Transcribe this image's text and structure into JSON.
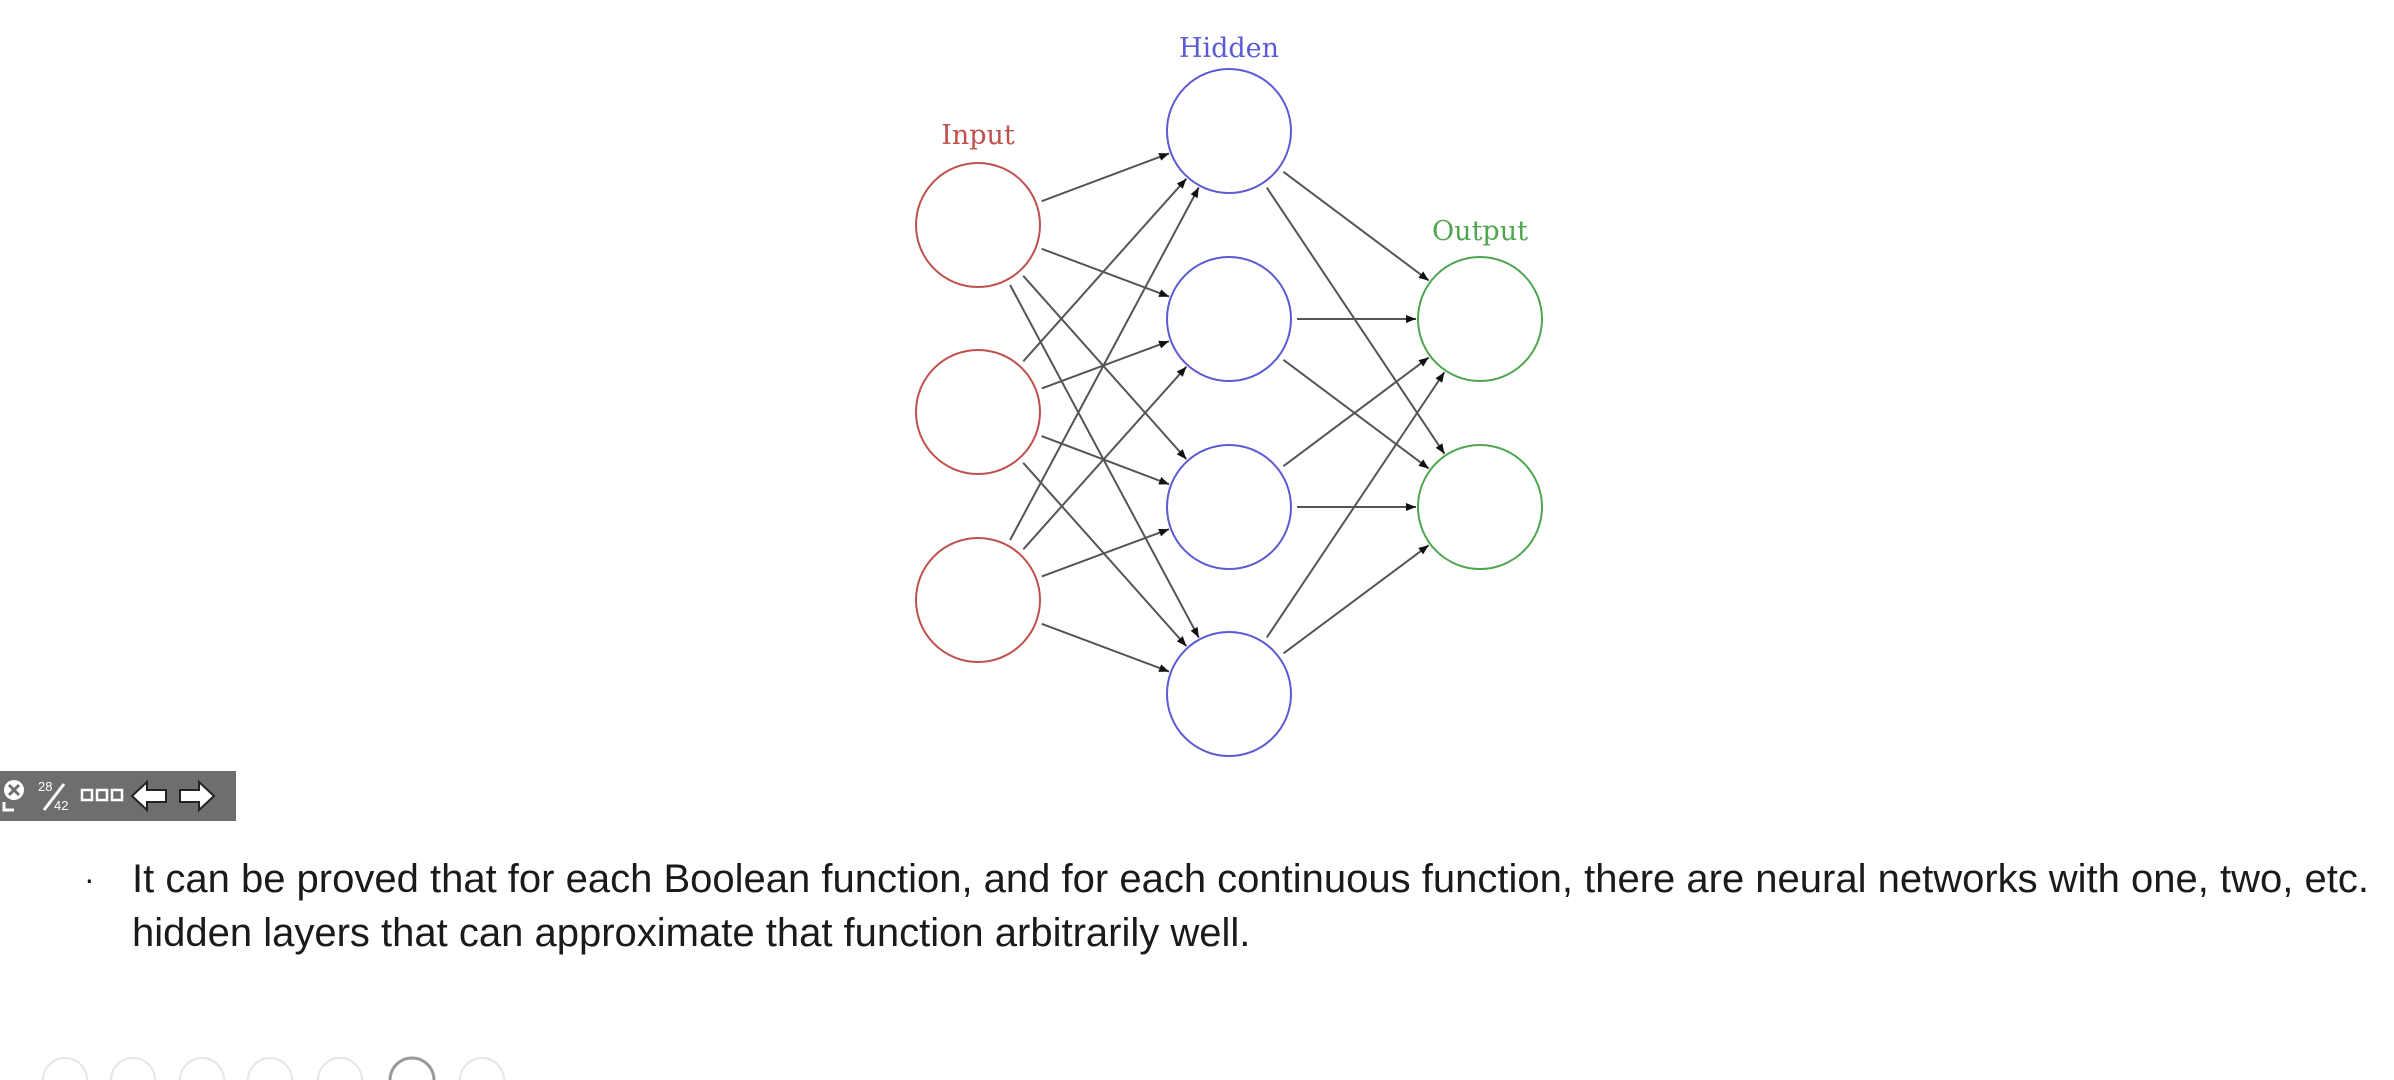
{
  "diagram": {
    "labels": {
      "input": "Input",
      "hidden": "Hidden",
      "output": "Output"
    },
    "colors": {
      "input": "#c0504d",
      "hidden": "#5b5bd6",
      "output": "#4fa64f",
      "edge": "#555555"
    },
    "layers": [
      {
        "name": "input",
        "count": 3
      },
      {
        "name": "hidden",
        "count": 4
      },
      {
        "name": "output",
        "count": 2
      }
    ]
  },
  "toolbar": {
    "page_current": "28",
    "page_total": "42",
    "icons": [
      "exit-presentation-icon",
      "page-counter",
      "grid-view-icon",
      "previous-arrow-icon",
      "next-arrow-icon"
    ]
  },
  "content": {
    "bullet_symbol": "·",
    "bullet_text": "It can be proved that for each Boolean function, and for each continuous function, there are neural networks with one, two, etc. hidden layers that can approximate that function arbitrarily well."
  }
}
